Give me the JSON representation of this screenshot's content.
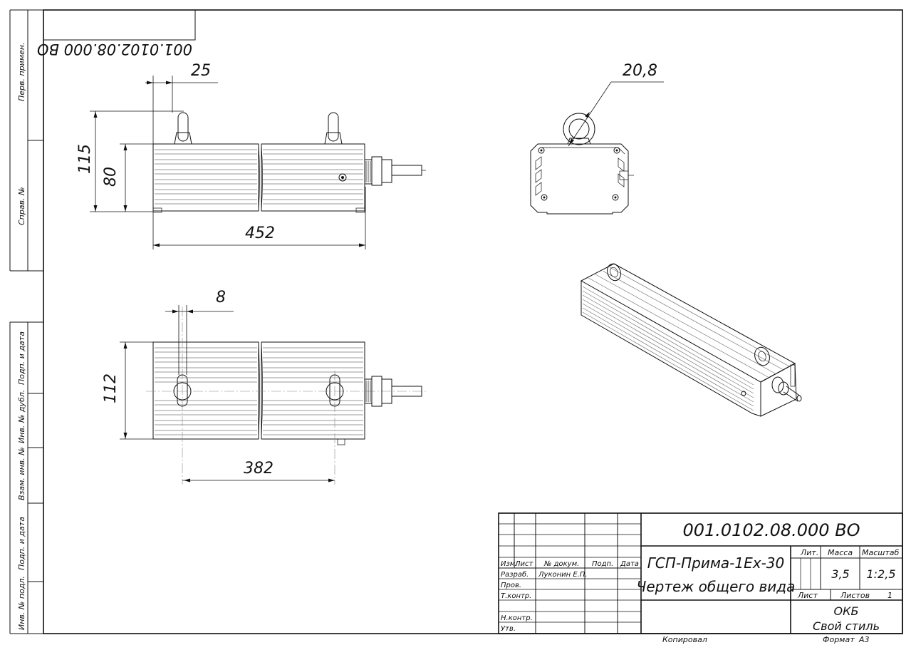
{
  "stamp": {
    "code_mirrored": "001.0102.08.000 ВО"
  },
  "side_labels": [
    "Перв. примен.",
    "Справ. №",
    "Подп. и дата",
    "Инв. № дубл.",
    "Взам. инв. №",
    "Подп. и дата",
    "Инв. № подл."
  ],
  "dimensions": {
    "top_offset": "25",
    "total_height": "115",
    "body_height": "80",
    "length": "452",
    "top_offset_2": "8",
    "width": "112",
    "lug_spacing": "382",
    "eye_diameter": "20,8"
  },
  "title_block": {
    "designation": "001.0102.08.000 ВО",
    "name_line1": "ГСП-Прима-1Ex-30",
    "name_line2": "Чертеж общего вида",
    "col_headers": [
      "Изм.",
      "Лист",
      "№ докум.",
      "Подп.",
      "Дата"
    ],
    "roles": [
      "Разраб.",
      "Пров.",
      "Т.контр.",
      "",
      "Н.контр.",
      "Утв."
    ],
    "developer": "Луконин Е.П.",
    "lit_label": "Лит.",
    "mass_label": "Масса",
    "scale_label": "Масштаб",
    "mass_value": "3,5",
    "scale_value": "1:2,5",
    "sheet_label": "Лист",
    "sheets_label": "Листов",
    "sheets_value": "1",
    "org_line1": "ОКБ",
    "org_line2": "Свой стиль",
    "copied_label": "Копировал",
    "format_label": "Формат",
    "format_value": "А3"
  }
}
